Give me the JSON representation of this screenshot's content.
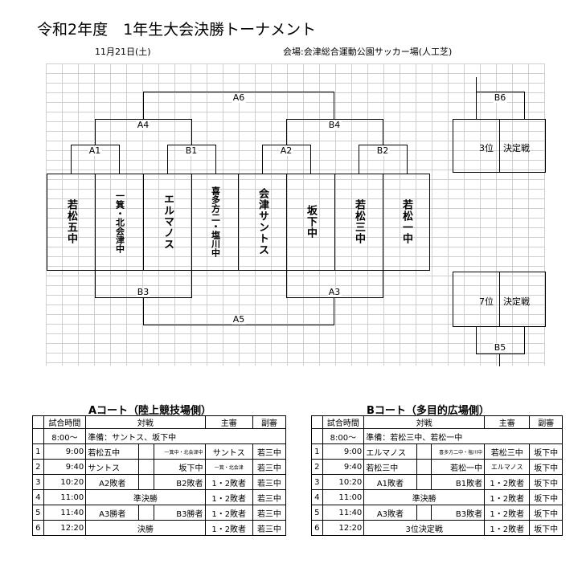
{
  "title": "令和2年度　1年生大会決勝トーナメント",
  "date": "11月21日(土)",
  "venue": "会場:会津総合運動公園サッカー場(人工芝)",
  "bracket": {
    "labels": {
      "A6": "A6",
      "A4": "A4",
      "B4": "B4",
      "A1": "A1",
      "B1": "B1",
      "A2": "A2",
      "B2": "B2",
      "B3": "B3",
      "A3": "A3",
      "A5": "A5",
      "B6": "B6",
      "B5": "B5"
    },
    "teams": [
      "若松五中",
      "一箕・北会津中",
      "エルマノス",
      "喜多方二・塩川中",
      "会津サントス",
      "坂下中",
      "若松三中",
      "若松一中"
    ],
    "third_place": {
      "rank": "3位",
      "label": "決定戦"
    },
    "seventh_place": {
      "rank": "7位",
      "label": "決定戦"
    }
  },
  "court_a": {
    "title": "Aコート（陸上競技場側）",
    "headers": {
      "time": "試合時間",
      "match": "対戦",
      "referee": "主審",
      "assistant": "副審"
    },
    "prep": {
      "time": "8:00～",
      "text": "準備：サントス、坂下中"
    },
    "rows": [
      {
        "no": "1",
        "time": "9:00",
        "home": "若松五中",
        "away": "一箕中・北会津中",
        "ref": "サントス",
        "asst": "若三中"
      },
      {
        "no": "2",
        "time": "9:40",
        "home": "サントス",
        "away": "坂下中",
        "ref": "一箕・北会津",
        "asst": "若三中"
      },
      {
        "no": "3",
        "time": "10:20",
        "home": "A2敗者",
        "away": "B2敗者",
        "ref": "1・2敗者",
        "asst": "若三中"
      },
      {
        "no": "4",
        "time": "11:00",
        "single": "準決勝",
        "ref": "1・2敗者",
        "asst": "若三中"
      },
      {
        "no": "5",
        "time": "11:40",
        "home": "A3勝者",
        "away": "B3勝者",
        "ref": "1・2敗者",
        "asst": "若三中"
      },
      {
        "no": "6",
        "time": "12:20",
        "single": "決勝",
        "ref": "1・2敗者",
        "asst": "若三中"
      }
    ]
  },
  "court_b": {
    "title": "Bコート（多目的広場側）",
    "headers": {
      "time": "試合時間",
      "match": "対戦",
      "referee": "主審",
      "assistant": "副審"
    },
    "prep": {
      "time": "8:00～",
      "text": "準備：若松三中、若松一中"
    },
    "rows": [
      {
        "no": "1",
        "time": "9:00",
        "home": "エルマノス",
        "away": "喜多方二中・塩川中",
        "ref": "若松三中",
        "asst": "坂下中"
      },
      {
        "no": "2",
        "time": "9:40",
        "home": "若松三中",
        "away": "若松一中",
        "ref": "エルマノス",
        "asst": "坂下中"
      },
      {
        "no": "3",
        "time": "10:20",
        "home": "A1敗者",
        "away": "B1敗者",
        "ref": "1・2敗者",
        "asst": "坂下中"
      },
      {
        "no": "4",
        "time": "11:00",
        "single": "準決勝",
        "ref": "1・2敗者",
        "asst": "坂下中"
      },
      {
        "no": "5",
        "time": "11:40",
        "home": "A3敗者",
        "away": "B3敗者",
        "ref": "1・2敗者",
        "asst": "坂下中"
      },
      {
        "no": "6",
        "time": "12:20",
        "single": "3位決定戦",
        "ref": "1・2敗者",
        "asst": "坂下中"
      }
    ]
  }
}
